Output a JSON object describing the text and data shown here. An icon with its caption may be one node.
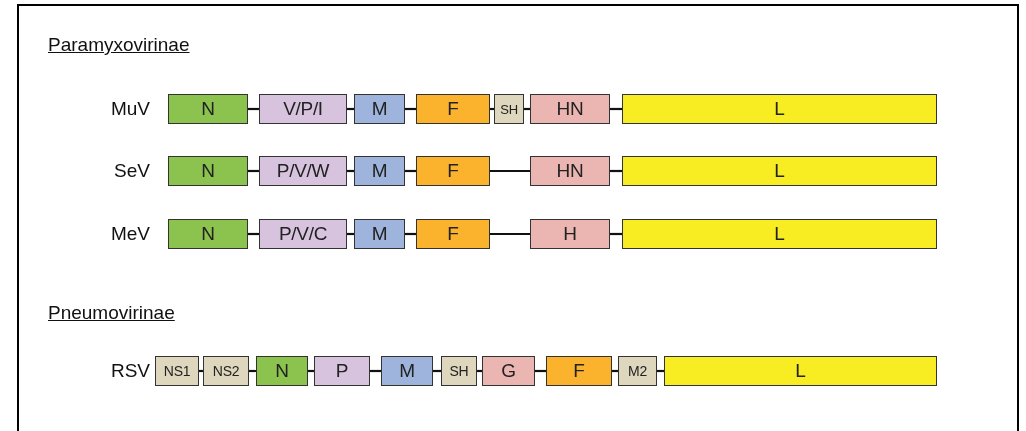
{
  "diagram": {
    "nodes": [
      {
        "text": [
          "N"
        ]
      },
      {
        "text": [
          "V/P/I"
        ]
      },
      {
        "text": [
          "M"
        ]
      },
      {
        "text": [
          "F"
        ]
      },
      {
        "text": [
          "SH"
        ]
      },
      {
        "text": [
          "HN"
        ]
      },
      {
        "text": [
          "L"
        ]
      },
      {
        "text": [
          "N"
        ]
      },
      {
        "text": [
          "P/V/W"
        ]
      },
      {
        "text": [
          "M"
        ]
      },
      {
        "text": [
          "F"
        ]
      },
      {
        "text": [
          "HN"
        ]
      },
      {
        "text": [
          "L"
        ]
      },
      {
        "text": [
          "N"
        ]
      },
      {
        "text": [
          "P/V/C"
        ]
      },
      {
        "text": [
          "M"
        ]
      },
      {
        "text": [
          "F"
        ]
      },
      {
        "text": [
          "H"
        ]
      },
      {
        "text": [
          "L"
        ]
      },
      {
        "text": [
          "NS1"
        ]
      },
      {
        "text": [
          "NS2"
        ]
      },
      {
        "text": [
          "N"
        ]
      },
      {
        "text": [
          "P"
        ]
      },
      {
        "text": [
          "M"
        ]
      },
      {
        "text": [
          "SH"
        ]
      },
      {
        "text": [
          "G"
        ]
      },
      {
        "text": [
          "F"
        ]
      },
      {
        "text": [
          "M2"
        ]
      },
      {
        "text": [
          "L"
        ]
      }
    ],
    "edges": [
      {
        "from": 0,
        "to": 1,
        "arrow": "none"
      },
      {
        "from": 1,
        "to": 2,
        "arrow": "none"
      },
      {
        "from": 2,
        "to": 3,
        "arrow": "none"
      },
      {
        "from": 3,
        "to": 4,
        "arrow": "none"
      },
      {
        "from": 4,
        "to": 5,
        "arrow": "none"
      },
      {
        "from": 5,
        "to": 6,
        "arrow": "none"
      },
      {
        "from": 7,
        "to": 8,
        "arrow": "none"
      },
      {
        "from": 8,
        "to": 9,
        "arrow": "none"
      },
      {
        "from": 9,
        "to": 10,
        "arrow": "none"
      },
      {
        "from": 10,
        "to": 11,
        "arrow": "none"
      },
      {
        "from": 11,
        "to": 12,
        "arrow": "none"
      },
      {
        "from": 13,
        "to": 14,
        "arrow": "none"
      },
      {
        "from": 14,
        "to": 15,
        "arrow": "none"
      },
      {
        "from": 15,
        "to": 16,
        "arrow": "none"
      },
      {
        "from": 16,
        "to": 17,
        "arrow": "none"
      },
      {
        "from": 17,
        "to": 18,
        "arrow": "none"
      },
      {
        "from": 19,
        "to": 20,
        "arrow": "none"
      },
      {
        "from": 20,
        "to": 21,
        "arrow": "none"
      },
      {
        "from": 21,
        "to": 22,
        "arrow": "none"
      },
      {
        "from": 22,
        "to": 23,
        "arrow": "none"
      },
      {
        "from": 23,
        "to": 24,
        "arrow": "none"
      },
      {
        "from": 24,
        "to": 25,
        "arrow": "none"
      },
      {
        "from": 25,
        "to": 26,
        "arrow": "none"
      },
      {
        "from": 26,
        "to": 27,
        "arrow": "none"
      },
      {
        "from": 27,
        "to": 28,
        "arrow": "none"
      }
    ],
    "labels": [
      "Paramyxovirinae",
      "MuV",
      "SeV",
      "MeV",
      "Pneumovirinae",
      "RSV"
    ]
  }
}
